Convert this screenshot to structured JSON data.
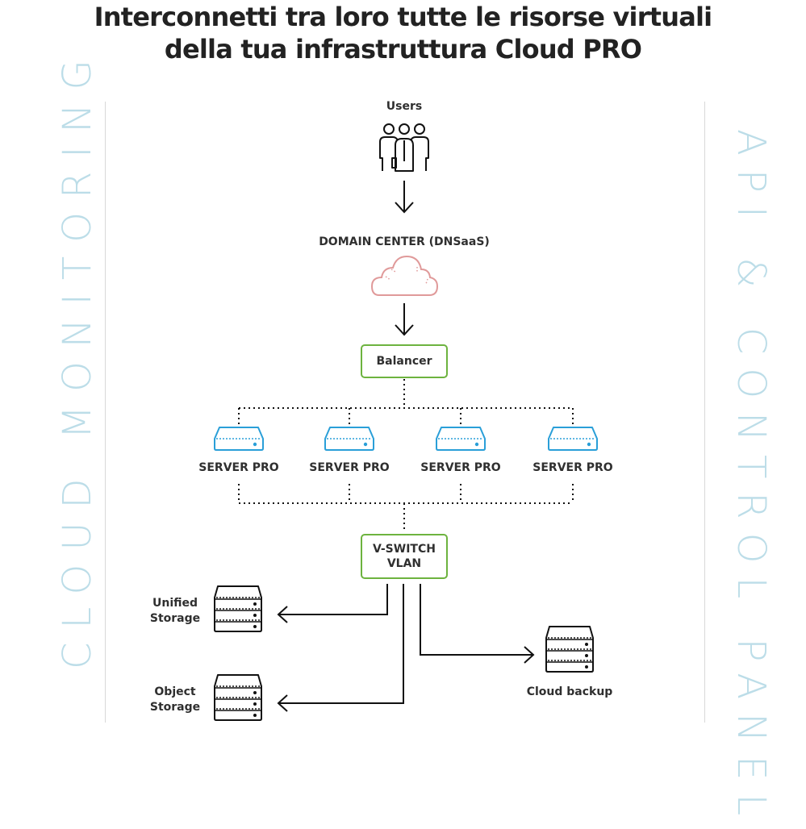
{
  "title": {
    "line1": "Interconnetti tra loro tutte le risorse virtuali",
    "line2": "della tua infrastruttura Cloud PRO"
  },
  "side_labels": {
    "left": "CLOUD MONITORING",
    "right": "API & CONTROL PANEL"
  },
  "nodes": {
    "users": {
      "label": "Users",
      "icon": "users-icon"
    },
    "domain_center": {
      "label": "DOMAIN CENTER (DNSaaS)",
      "icon": "cloud-icon"
    },
    "balancer": {
      "label": "Balancer"
    },
    "servers": [
      {
        "label": "SERVER PRO",
        "icon": "server-icon"
      },
      {
        "label": "SERVER PRO",
        "icon": "server-icon"
      },
      {
        "label": "SERVER PRO",
        "icon": "server-icon"
      },
      {
        "label": "SERVER PRO",
        "icon": "server-icon"
      }
    ],
    "vswitch": {
      "line1": "V-SWITCH",
      "line2": "VLAN"
    },
    "unified_storage": {
      "line1": "Unified",
      "line2": "Storage",
      "icon": "storage-icon"
    },
    "object_storage": {
      "line1": "Object",
      "line2": "Storage",
      "icon": "storage-icon"
    },
    "cloud_backup": {
      "label": "Cloud backup",
      "icon": "storage-icon"
    }
  },
  "colors": {
    "accent_green": "#6db33f",
    "server_blue": "#2a9fd8",
    "cloud_pink": "#e09a9a",
    "side_text": "#bcdde8"
  }
}
